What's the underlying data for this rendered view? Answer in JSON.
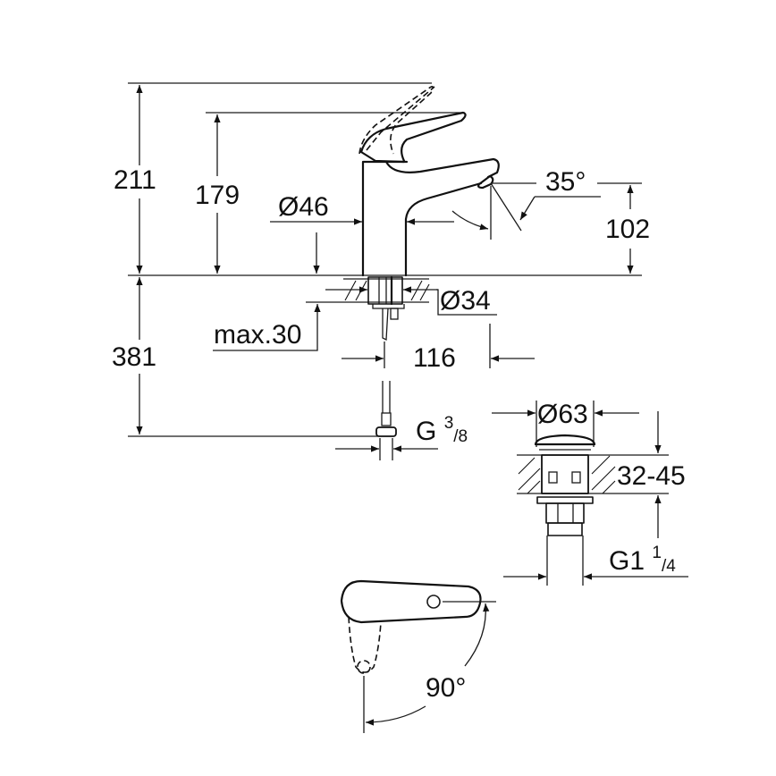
{
  "drawing": {
    "subject": "Single-lever basin mixer dimension drawing",
    "units": "mm",
    "dimensions": {
      "height_total": "211",
      "height_body": "179",
      "body_diameter": "Ø46",
      "spout_angle": "35°",
      "spout_height": "102",
      "hole_diameter": "Ø34",
      "max_thickness": "max.30",
      "projection": "116",
      "hose_length": "381",
      "connection_prefix": "G",
      "connection_num": "3",
      "connection_den": "8",
      "waste_diameter": "Ø63",
      "waste_thickness": "32-45",
      "waste_thread_prefix": "G1",
      "waste_thread_num": "1",
      "waste_thread_den": "4",
      "lever_rotation": "90°"
    },
    "colors": {
      "line": "#111111",
      "background": "#ffffff"
    }
  }
}
